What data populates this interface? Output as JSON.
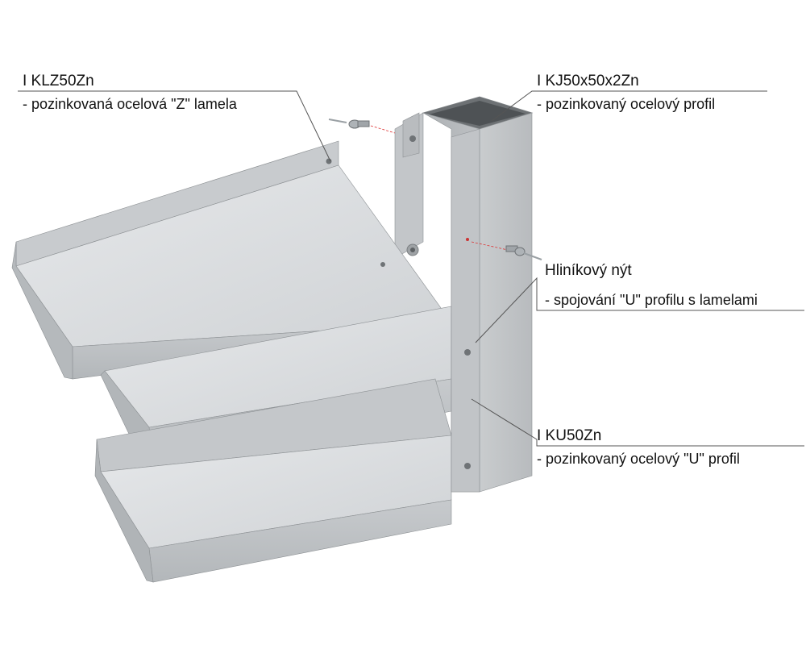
{
  "labels": {
    "lamela": {
      "code": "I KLZ50Zn",
      "desc": "- pozinkovaná ocelová \"Z\" lamela"
    },
    "profil": {
      "code": "I KJ50x50x2Zn",
      "desc": "- pozinkovaný ocelový profil"
    },
    "nyt": {
      "code": "Hliníkový nýt",
      "desc": "- spojování \"U\" profilu s lamelami"
    },
    "u_profil": {
      "code": "I KU50Zn",
      "desc": "- pozinkovaný ocelový \"U\" profil"
    }
  },
  "colors": {
    "metal_light": "#d9dcdf",
    "metal_mid": "#bfc3c6",
    "metal_dark": "#a4a8ab",
    "edge": "#8d9194",
    "leader": "#555555"
  }
}
